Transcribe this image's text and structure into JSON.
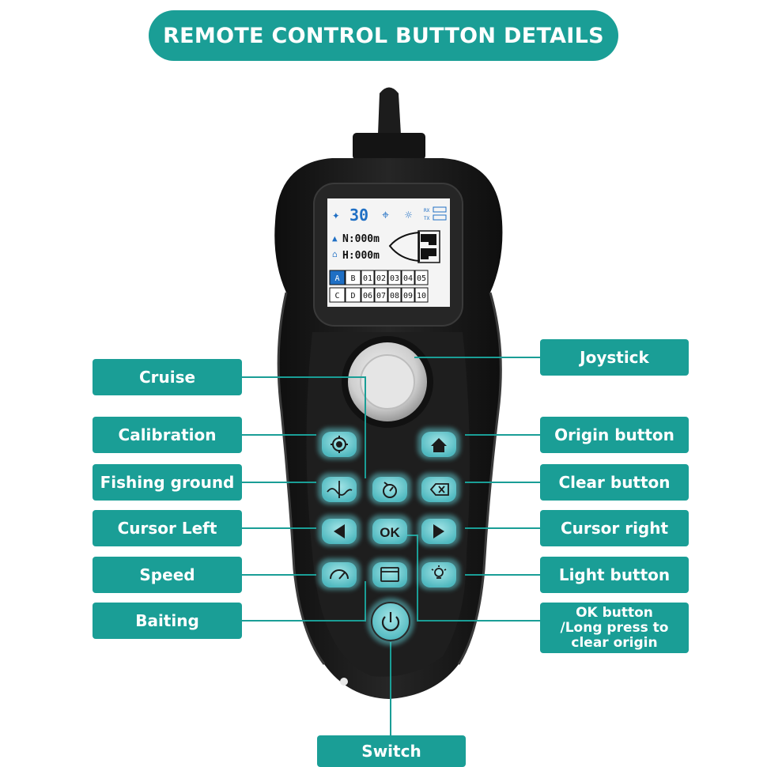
{
  "title": "REMOTE CONTROL BUTTON DETAILS",
  "labels": {
    "joystick": "Joystick",
    "cruise": "Cruise",
    "calibration": "Calibration",
    "origin": "Origin button",
    "fishing_ground": "Fishing ground",
    "clear": "Clear button",
    "cursor_left": "Cursor Left",
    "cursor_right": "Cursor right",
    "speed": "Speed",
    "light": "Light button",
    "baiting": "Baiting",
    "ok": [
      "OK button",
      "/Long press to",
      "clear origin"
    ],
    "switch": "Switch"
  },
  "screen": {
    "satellites": "30",
    "rx": "RX",
    "tx": "TX",
    "north": "N:000m",
    "home": "H:000m",
    "row1": [
      "A",
      "B",
      "01",
      "02",
      "03",
      "04",
      "05"
    ],
    "row2": [
      "C",
      "D",
      "06",
      "07",
      "08",
      "09",
      "10"
    ]
  },
  "buttons": {
    "ok_text": "OK"
  },
  "colors": {
    "accent": "#1a9e96",
    "button": "#5fc6cc",
    "body": "#1b1b1b"
  }
}
